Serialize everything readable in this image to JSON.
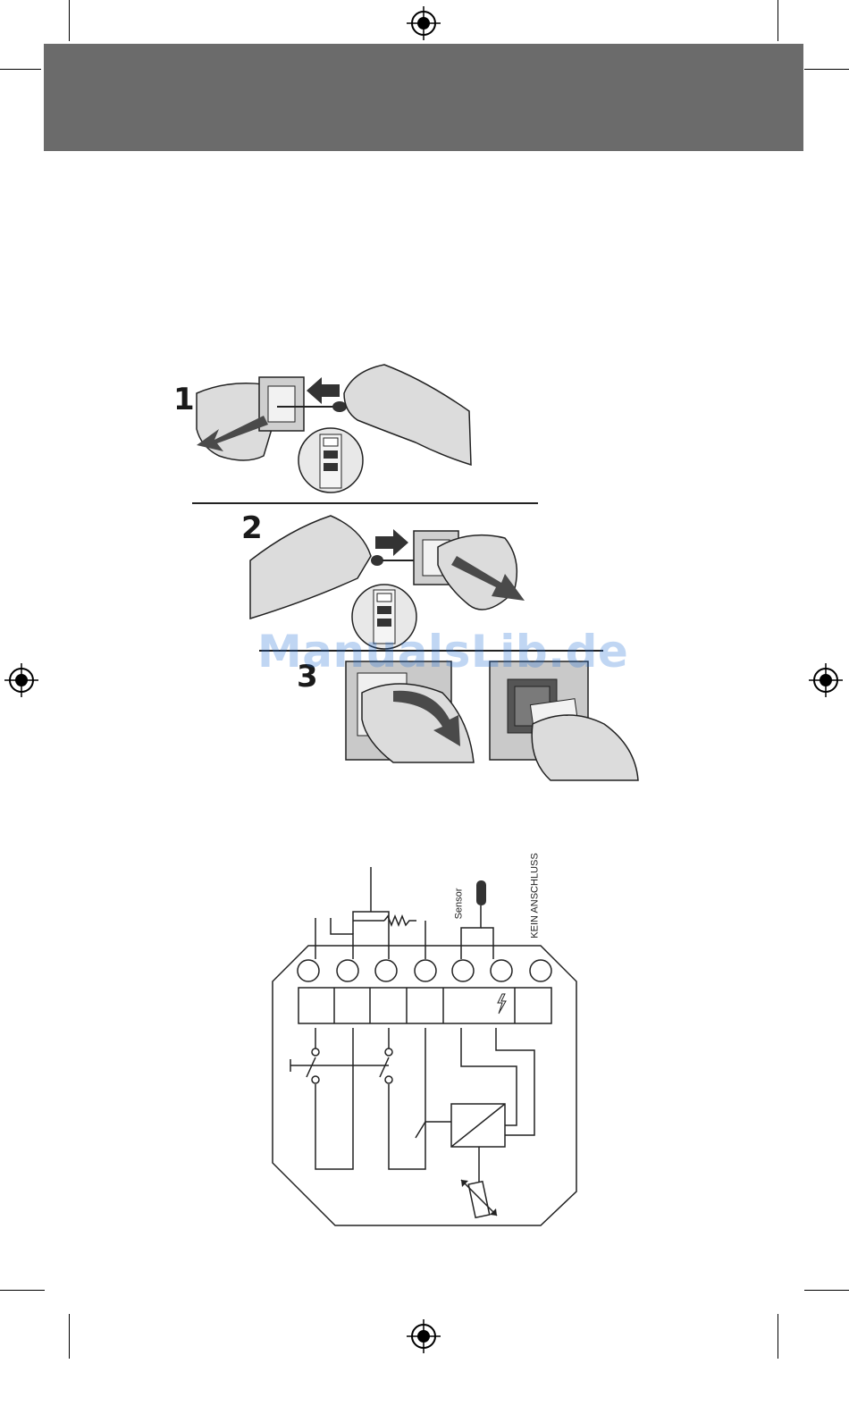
{
  "steps": [
    {
      "number": "1"
    },
    {
      "number": "2"
    },
    {
      "number": "3"
    }
  ],
  "watermark": "ManualsLib.de",
  "diagram": {
    "sensor_label": "Sensor",
    "no_connection_label": "KEIN ANSCHLUSS"
  }
}
